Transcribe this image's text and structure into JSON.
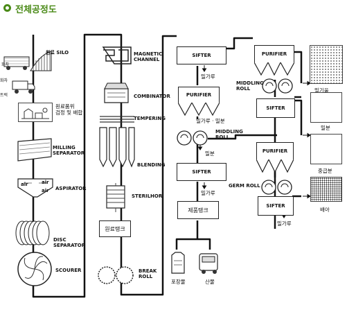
{
  "title": "전체공정도",
  "col1": {
    "raw_silo": "원료 SILO",
    "freight_car": "화차",
    "truck": "트럭",
    "raw_inspect": "원료품위\n검정 및 배합",
    "milling_separator": "MILLING\nSEPARATOR",
    "aspirator": "ASPIRATOR",
    "air1": "air",
    "air2": "air",
    "air3": "air",
    "disc_separator": "DISC\nSEPARATOR",
    "scourer": "SCOURER"
  },
  "col2": {
    "magnetic_channel": "MAGNETIC\nCHANNEL",
    "combinator": "COMBINATOR",
    "tempering": "TEMPERING",
    "blending": "BLENDING",
    "sterilhor": "STERILHOR",
    "raw_tank": "원료탱크",
    "break_roll": "BREAK\nROLL"
  },
  "col3": {
    "sifter1": "SIFTER",
    "wheat_flour1": "밀가루",
    "purifier1": "PURIFIER",
    "flour_bran": "밀가루 · 밀분",
    "middling_roll": "MIDDLING\nROLL",
    "bran1": "밀분",
    "sifter2": "SIFTER",
    "wheat_flour2": "밀가루",
    "product_tank": "제품탱크",
    "packaging": "포장물",
    "bulk": "산물"
  },
  "col4": {
    "purifier2": "PURIFIER",
    "middling_roll": "MIDDLING\nROLL",
    "sifter3": "SIFTER",
    "purifier3": "PURIFIER",
    "germ_roll": "GERM ROLL",
    "sifter4": "SIFTER",
    "wheat_flour": "밀가루"
  },
  "legend": {
    "flour": "밀기울",
    "bran": "밀분",
    "medium_bran": "중급분",
    "germ": "배아"
  }
}
